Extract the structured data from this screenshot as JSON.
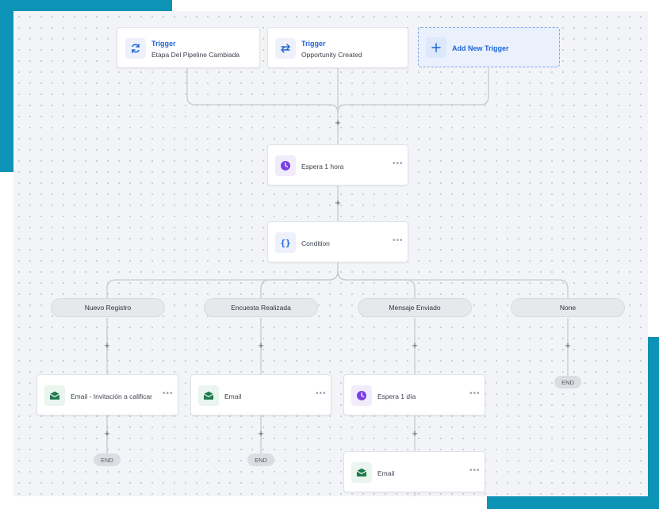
{
  "colors": {
    "accent": "#0c93b5",
    "link_blue": "#1f64d6",
    "email_green": "#1e7a4c",
    "wait_purple": "#7b3fe4"
  },
  "triggers": [
    {
      "title": "Trigger",
      "subtitle": "Etapa Del Pipeline Cambiada",
      "icon": "refresh-icon"
    },
    {
      "title": "Trigger",
      "subtitle": "Opportunity Created",
      "icon": "swap-icon"
    }
  ],
  "add_trigger": {
    "label": "Add New Trigger",
    "icon": "plus-icon"
  },
  "wait_step": {
    "label": "Espera 1 hora",
    "icon": "clock-icon"
  },
  "condition_step": {
    "label": "Condition",
    "icon": "braces-icon"
  },
  "branches": [
    {
      "label": "Nuevo Registro"
    },
    {
      "label": "Encuesta Realizada"
    },
    {
      "label": "Mensaje Enviado"
    },
    {
      "label": "None"
    }
  ],
  "actions": {
    "email_invite": "Email - Invitación a calificar",
    "email_2": "Email",
    "wait_day": "Espera 1 día",
    "email_3": "Email"
  },
  "end_label": "END",
  "menu_dots": "•••",
  "plus_symbol": "+"
}
